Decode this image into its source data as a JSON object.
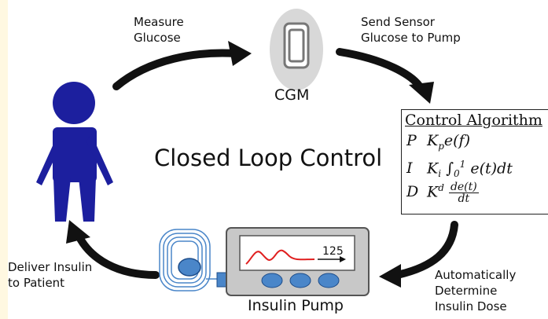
{
  "title": "Closed Loop Control",
  "cgm": {
    "label": "CGM"
  },
  "pump": {
    "label": "Insulin Pump",
    "reading": "125"
  },
  "labels": {
    "measure": [
      "Measure",
      "Glucose"
    ],
    "send": [
      "Send Sensor",
      "Glucose to Pump"
    ],
    "deliver": [
      "Deliver Insulin",
      "to Patient"
    ],
    "auto": [
      "Automatically",
      "Determine",
      "Insulin Dose"
    ]
  },
  "algorithm": {
    "title": "Control Algorithm",
    "p": {
      "letter": "P",
      "term": "K",
      "sub": "p",
      "rest": "e(f)"
    },
    "i": {
      "letter": "I",
      "term": "K",
      "sub": "i",
      "int_sub": "0",
      "int_sup": "1",
      "rest": "e(t)dt"
    },
    "d": {
      "letter": "D",
      "term": "K",
      "sup": "d",
      "num": "de(t)",
      "den": "dt"
    }
  },
  "colors": {
    "person": "#1c1f9e",
    "pump_button": "#4a86c9",
    "curve": "#e02020",
    "background": "#fff8e1"
  }
}
